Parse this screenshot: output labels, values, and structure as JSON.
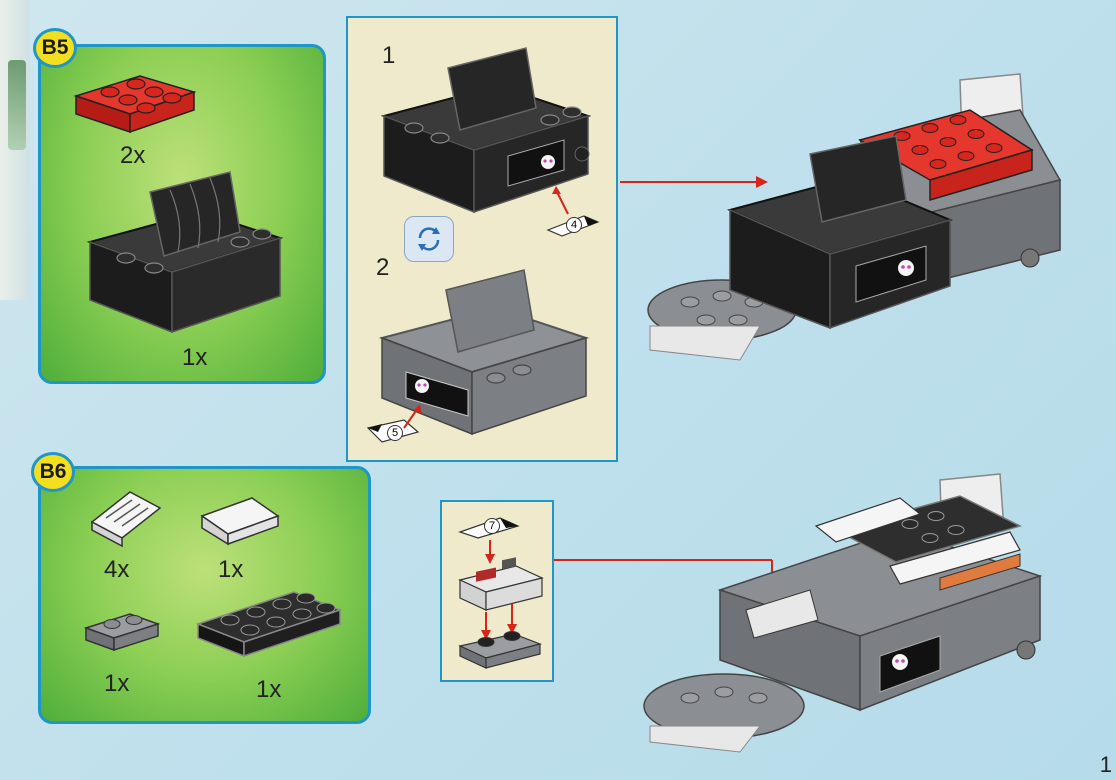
{
  "page": {
    "page_number": "1"
  },
  "b5": {
    "badge": "B5",
    "parts": [
      {
        "name": "red-plate-2x3",
        "qty": "2x",
        "color": "#d9241c"
      },
      {
        "name": "black-cockpit-seat",
        "qty": "1x",
        "color": "#1f1f1f"
      }
    ]
  },
  "steps": {
    "step1": "1",
    "step2": "2",
    "callout1": "4",
    "callout2": "5"
  },
  "b6": {
    "badge": "B6",
    "parts": [
      {
        "name": "white-grille-slope",
        "qty": "4x",
        "color": "#f2f2f2"
      },
      {
        "name": "white-slope",
        "qty": "1x",
        "color": "#f2f2f2"
      },
      {
        "name": "gray-plate-1x2",
        "qty": "1x",
        "color": "#8a8e92"
      },
      {
        "name": "black-plate-2x4",
        "qty": "1x",
        "color": "#1f1f1f"
      }
    ],
    "callout": "7"
  },
  "colors": {
    "panel_border": "#1e96c8",
    "badge_fill": "#f3df20",
    "arrow": "#d9241c",
    "step_box": "#efeacb"
  }
}
